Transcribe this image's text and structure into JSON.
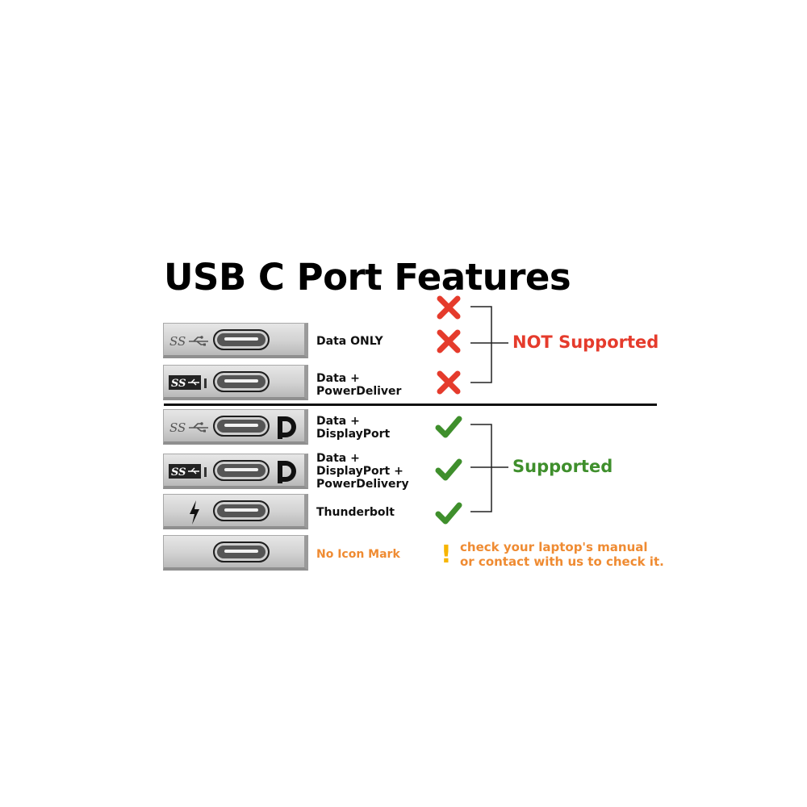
{
  "title": "USB C Port Features",
  "colors": {
    "not_supported": "#e53b2c",
    "supported": "#3f8f2c",
    "warning_text": "#ef8b32",
    "warning_icon": "#f7b500"
  },
  "ports": [
    {
      "icon": "superspeed-usb-icon",
      "icon_text": "SS",
      "label_lines": [
        "Data ONLY"
      ]
    },
    {
      "icon": "superspeed-usb-badge-icon",
      "icon_text": "SS",
      "label_lines": [
        "Data +",
        "PowerDeliver"
      ]
    },
    {
      "icon": "superspeed-usb-icon",
      "icon_text": "SS",
      "label_lines": [
        "Data +",
        "DisplayPort"
      ]
    },
    {
      "icon": "superspeed-usb-badge-icon",
      "icon_text": "SS",
      "label_lines": [
        "Data +",
        "DisplayPort +",
        "PowerDelivery"
      ]
    },
    {
      "icon": "thunderbolt-icon",
      "label_lines": [
        "Thunderbolt"
      ]
    },
    {
      "icon": "none",
      "label_lines": [
        "No Icon Mark"
      ]
    }
  ],
  "groups": {
    "not_supported": {
      "label": "NOT Supported",
      "mark": "cross-icon"
    },
    "supported": {
      "label": "Supported",
      "mark": "check-icon"
    }
  },
  "note": {
    "icon": "exclamation-icon",
    "symbol": "!",
    "lines": [
      "check your laptop's manual",
      "or contact with us to check it."
    ]
  }
}
